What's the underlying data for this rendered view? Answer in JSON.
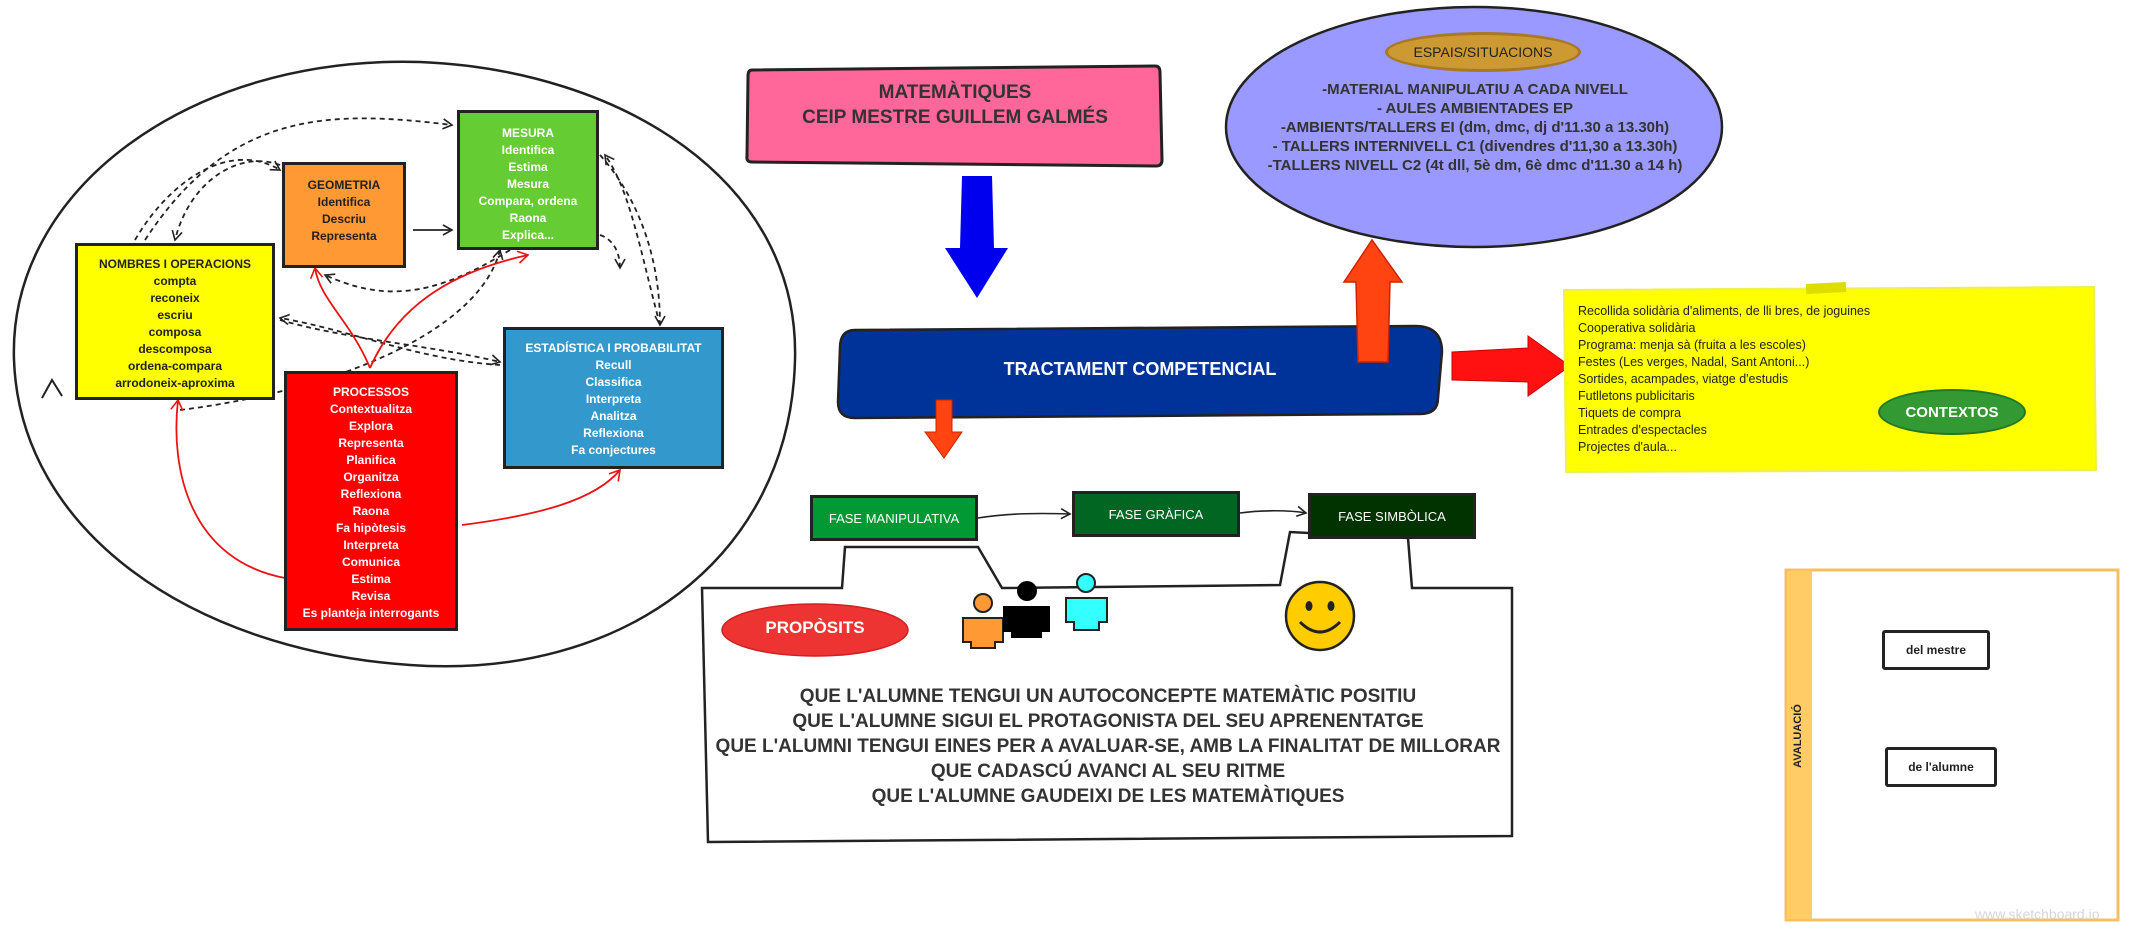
{
  "title": {
    "line1": "MATEMÀTIQUES",
    "line2": "CEIP MESTRE GUILLEM GALMÉS"
  },
  "center": {
    "label": "TRACTAMENT COMPETENCIAL"
  },
  "espais": {
    "tag": "ESPAIS/SITUACIONS",
    "lines": [
      "-MATERIAL MANIPULATIU A CADA NIVELL",
      "- AULES AMBIENTADES EP",
      "-AMBIENTS/TALLERS EI (dm, dmc, dj d'11.30 a 13.30h)",
      "- TALLERS INTERNIVELL C1 (divendres d'11,30 a 13.30h)",
      "-TALLERS NIVELL C2 (4t dll, 5è dm, 6è dmc d'11.30 a 14 h)"
    ]
  },
  "contextos": {
    "tag": "CONTEXTOS",
    "items": [
      "Recollida solidària d'aliments, de lli bres, de joguines",
      "Cooperativa solidària",
      "Programa: menja sà (fruita a les escoles)",
      "Festes (Les verges, Nadal, Sant Antoni...)",
      "Sortides, acampades, viatge d'estudis",
      "Futlletons publicitaris",
      "Tiquets de compra",
      "Entrades d'espectacles",
      "Projectes d'aula..."
    ]
  },
  "phases": {
    "manipulativa": "FASE MANIPULATIVA",
    "grafica": "FASE GRÀFICA",
    "simbolica": "FASE SIMBÒLICA"
  },
  "proposits": {
    "tag": "PROPÒSITS",
    "lines": [
      "QUE L'ALUMNE TENGUI UN AUTOCONCEPTE MATEMÀTIC POSITIU",
      "QUE L'ALUMNE SIGUI EL PROTAGONISTA DEL SEU APRENENTATGE",
      "QUE L'ALUMNI TENGUI EINES PER A AVALUAR-SE, AMB LA FINALITAT DE MILLORAR",
      "QUE CADASCÚ AVANCI AL SEU RITME",
      "QUE L'ALUMNE GAUDEIXI DE LES MATEMÀTIQUES"
    ]
  },
  "avaluacio": {
    "tag": "AVALUACIÓ",
    "mestre": "del mestre",
    "alumne": "de l'alumne"
  },
  "blocks": {
    "nombres": {
      "title": "NOMBRES I OPERACIONS",
      "items": [
        "compta",
        "reconeix",
        "escriu",
        "composa",
        "descomposa",
        "ordena-compara",
        "arrodoneix-aproxima"
      ]
    },
    "geometria": {
      "title": "GEOMETRIA",
      "items": [
        "Identifica",
        "Descriu",
        "Representa"
      ]
    },
    "mesura": {
      "title": "MESURA",
      "items": [
        "Identifica",
        "Estima",
        "Mesura",
        "Compara, ordena",
        "Raona",
        "Explica..."
      ]
    },
    "estadistica": {
      "title": "ESTADÍSTICA I PROBABILITAT",
      "items": [
        "Recull",
        "Classifica",
        "Interpreta",
        "Analitza",
        "Reflexiona",
        "Fa conjectures"
      ]
    },
    "processos": {
      "title": "PROCESSOS",
      "items": [
        "Contextualitza",
        "Explora",
        "Representa",
        "Planifica",
        "Organitza",
        "Reflexiona",
        "Raona",
        "Fa hipòtesis",
        "Interpreta",
        "Comunica",
        "Estima",
        "Revisa",
        "Es planteja interrogants"
      ]
    }
  },
  "watermark": "www.sketchboard.io",
  "colors": {
    "title_pink": "#ff6699",
    "center_blue": "#003399",
    "espais_lavender": "#9999ff",
    "contextos_yellow": "#ffff00",
    "nombres_yellow": "#ffff00",
    "geometria_orange": "#ff9933",
    "mesura_green": "#66cc33",
    "estadistica_blue": "#3399cc",
    "processos_red": "#ff0000",
    "fase1": "#009933",
    "fase2": "#006622",
    "fase3": "#003300"
  }
}
